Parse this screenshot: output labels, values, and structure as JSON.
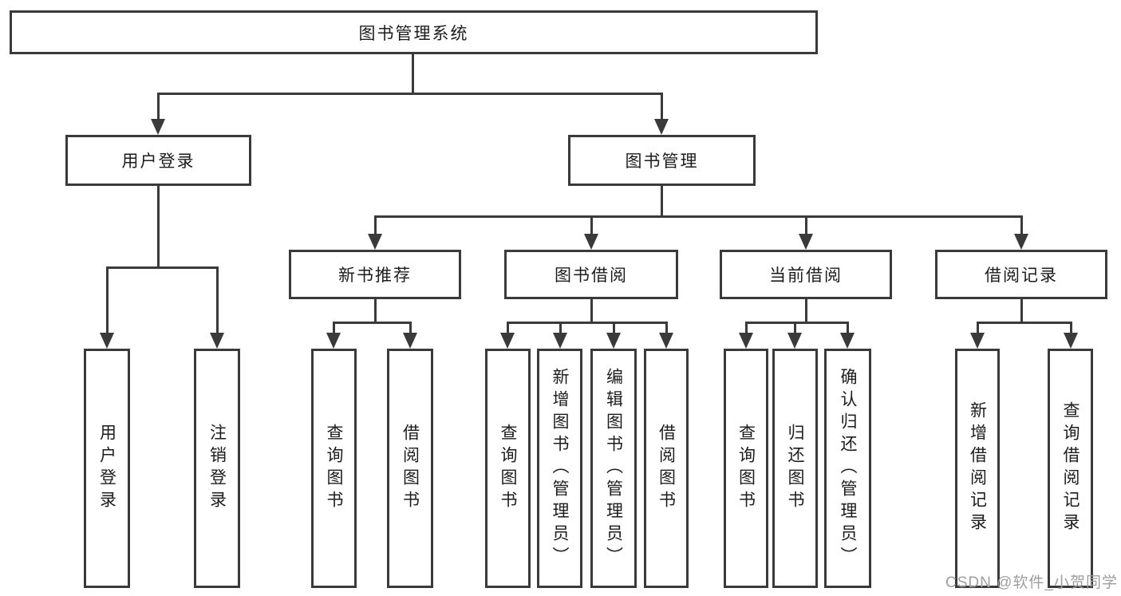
{
  "diagram": {
    "root": {
      "label": "图书管理系统"
    },
    "branches": [
      {
        "label": "用户登录",
        "children": [
          "用户登录",
          "注销登录"
        ]
      },
      {
        "label": "图书管理",
        "children_groups": [
          {
            "label": "新书推荐",
            "children": [
              "查询图书",
              "借阅图书"
            ]
          },
          {
            "label": "图书借阅",
            "children": [
              "查询图书",
              "新增图书（管理员）",
              "编辑图书（管理员）",
              "借阅图书"
            ]
          },
          {
            "label": "当前借阅",
            "children": [
              "查询图书",
              "归还图书",
              "确认归还（管理员）"
            ]
          },
          {
            "label": "借阅记录",
            "children": [
              "新增借阅记录",
              "查询借阅记录"
            ]
          }
        ]
      }
    ]
  },
  "watermark": "CSDN @软件_小贺同学",
  "colors": {
    "line": "#3a3a3a",
    "text": "#1c1c1c",
    "watermark": "#9e9e9e",
    "background": "#ffffff"
  }
}
